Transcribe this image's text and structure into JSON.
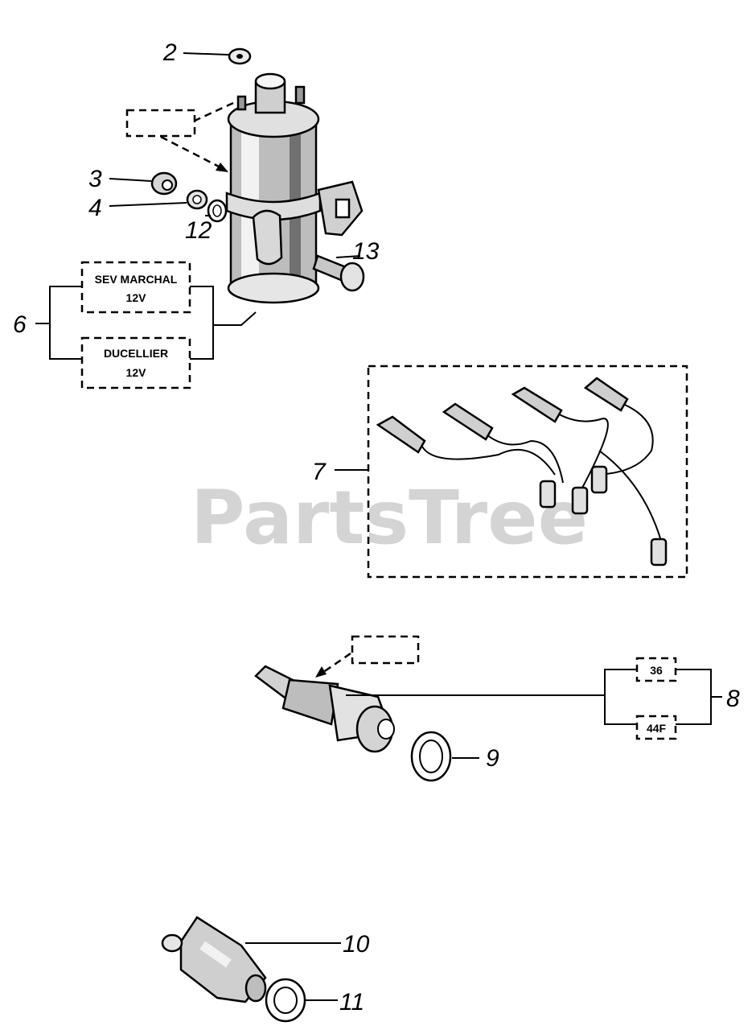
{
  "watermark": "PartsTree",
  "callouts": {
    "c2": "2",
    "c3": "3",
    "c4": "4",
    "c6": "6",
    "c7": "7",
    "c8": "8",
    "c9": "9",
    "c10": "10",
    "c11": "11",
    "c12": "12",
    "c13": "13"
  },
  "coil_variants": [
    {
      "line1": "SEV MARCHAL",
      "line2": "12V"
    },
    {
      "line1": "DUCELLIER",
      "line2": "12V"
    }
  ],
  "plug_variants": [
    "36",
    "44F"
  ]
}
